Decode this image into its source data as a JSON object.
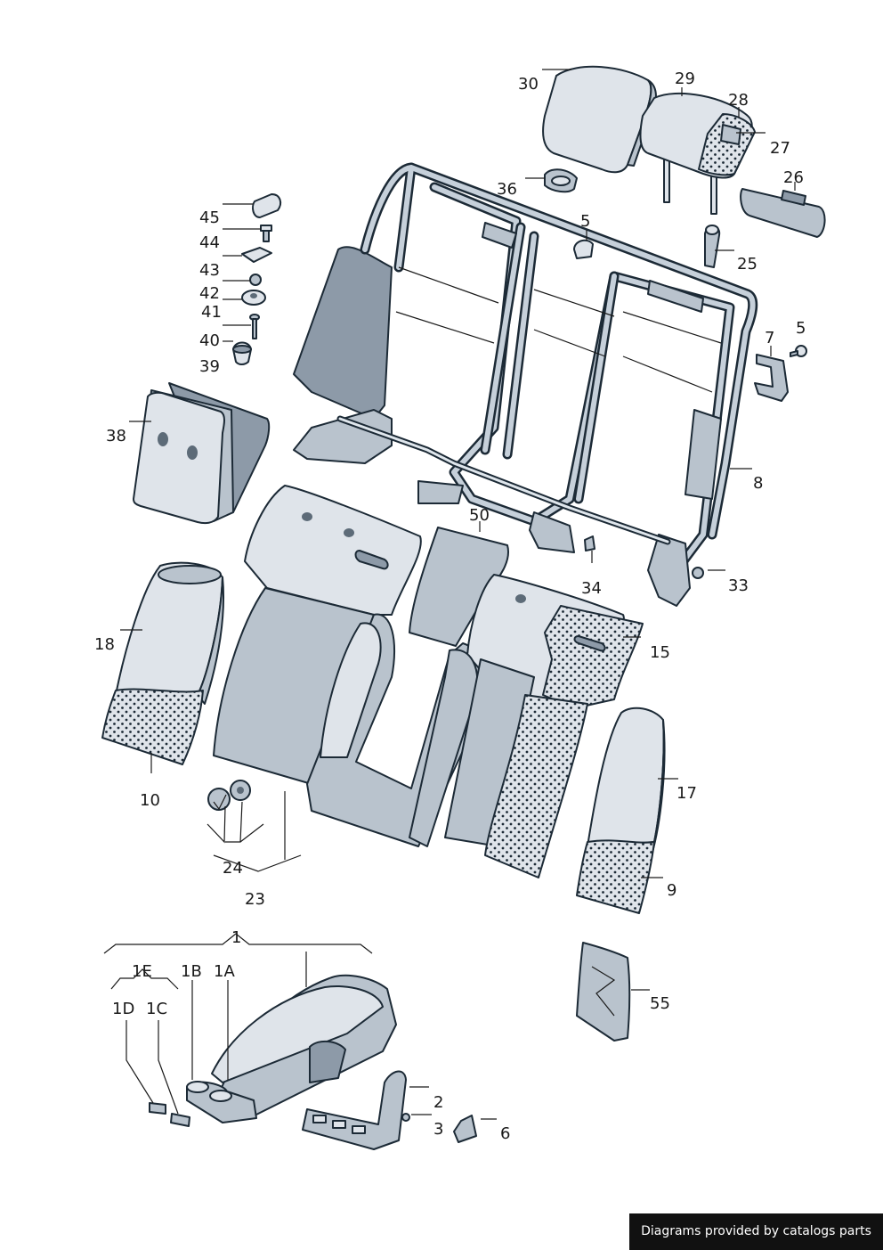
{
  "labels": {
    "l30": "30",
    "l29": "29",
    "l28": "28",
    "l27": "27",
    "l26": "26",
    "l36": "36",
    "l5a": "5",
    "l25": "25",
    "l7": "7",
    "l5b": "5",
    "l45": "45",
    "l44": "44",
    "l43": "43",
    "l42": "42",
    "l41": "41",
    "l40": "40",
    "l39": "39",
    "l38": "38",
    "l8": "8",
    "l50": "50",
    "l34": "34",
    "l33": "33",
    "l15": "15",
    "l18": "18",
    "l10": "10",
    "l17": "17",
    "l24": "24",
    "l23": "23",
    "l9": "9",
    "l1": "1",
    "l1E": "1E",
    "l1B": "1B",
    "l1A": "1A",
    "l1D": "1D",
    "l1C": "1C",
    "l55": "55",
    "l2": "2",
    "l3": "3",
    "l6": "6"
  },
  "footer": {
    "credit": "Diagrams provided by catalogs parts"
  }
}
